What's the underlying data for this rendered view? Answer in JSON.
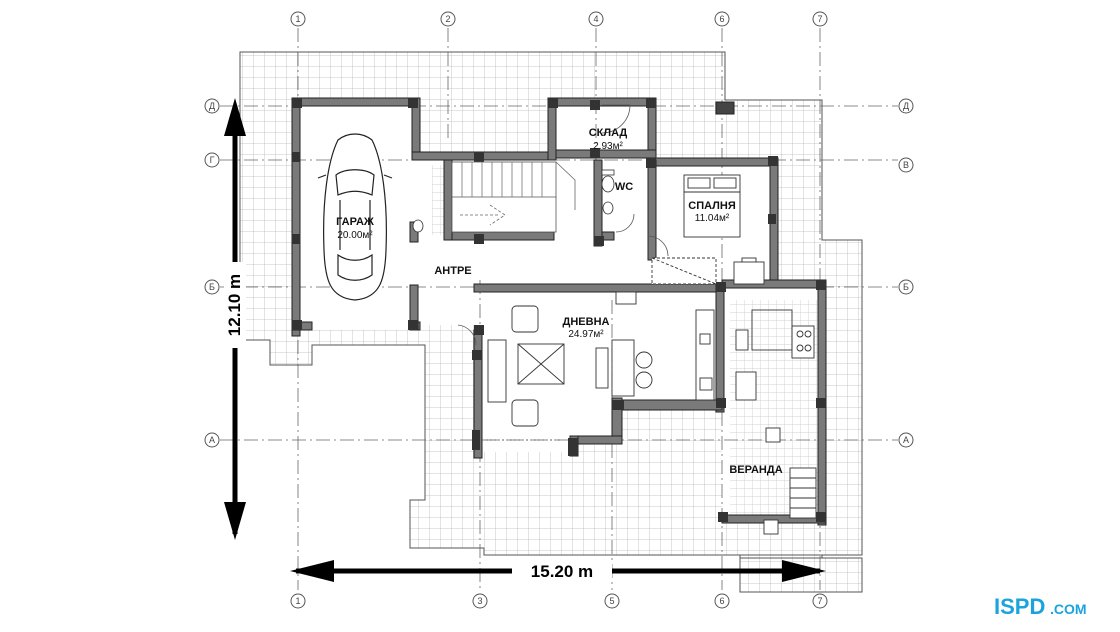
{
  "axes": {
    "top": [
      "1",
      "2",
      "4",
      "6",
      "7"
    ],
    "bottom": [
      "1",
      "3",
      "5",
      "6",
      "7"
    ],
    "left": [
      "Д",
      "Г",
      "Б",
      "А"
    ],
    "right": [
      "Д",
      "В",
      "Б",
      "А"
    ]
  },
  "rooms": {
    "garage": {
      "name": "ГАРАЖ",
      "area": "20.00м²"
    },
    "storage": {
      "name": "СКЛАД",
      "area": "2.93м²"
    },
    "wc": {
      "name": "WC"
    },
    "bedroom": {
      "name": "СПАЛНЯ",
      "area": "11.04м²"
    },
    "hall": {
      "name": "АНТРЕ"
    },
    "living": {
      "name": "ДНЕВНА",
      "area": "24.97м²"
    },
    "veranda": {
      "name": "ВЕРАНДА"
    }
  },
  "dimensions": {
    "width": "15.20 m",
    "height": "12.10 m"
  },
  "logo": {
    "text_main": "ISPD",
    "text_domain": ".COM",
    "color": "#1aa3dd"
  }
}
